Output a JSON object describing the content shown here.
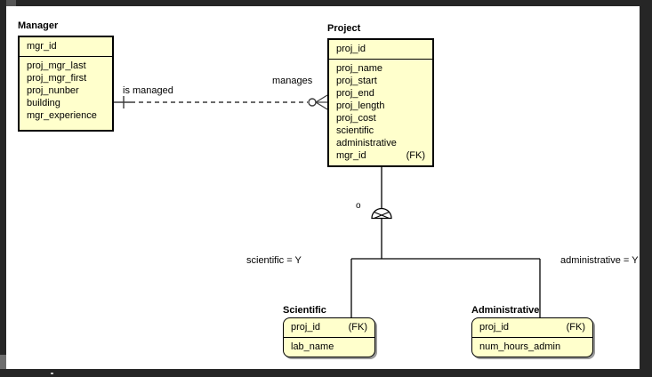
{
  "diagram": {
    "entities": {
      "manager": {
        "title": "Manager",
        "pk": [
          "mgr_id"
        ],
        "attributes": [
          "proj_mgr_last",
          "proj_mgr_first",
          "proj_nunber",
          "building",
          "mgr_experience"
        ]
      },
      "project": {
        "title": "Project",
        "pk": [
          "proj_id"
        ],
        "attributes": [
          "proj_name",
          "proj_start",
          "proj_end",
          "proj_length",
          "proj_cost",
          "scientific",
          "administrative"
        ],
        "fk_row": {
          "name": "mgr_id",
          "tag": "(FK)"
        }
      },
      "scientific": {
        "title": "Scientific",
        "pk_row": {
          "name": "proj_id",
          "tag": "(FK)"
        },
        "attributes": [
          "lab_name"
        ]
      },
      "administrative": {
        "title": "Administrative",
        "pk_row": {
          "name": "proj_id",
          "tag": "(FK)"
        },
        "attributes": [
          "num_hours_admin"
        ]
      }
    },
    "relationship": {
      "parent_verb": "is managed",
      "child_verb": "manages"
    },
    "category": {
      "cardinality": "o",
      "left_discriminator": "scientific = Y",
      "right_discriminator": "administrative = Y"
    },
    "colors": {
      "entity_fill": "#FFFFCC",
      "entity_border": "#000000",
      "shadow": "#999999",
      "frame": "#262626",
      "canvas": "#FFFFFF",
      "line": "#3A3A3A"
    }
  }
}
